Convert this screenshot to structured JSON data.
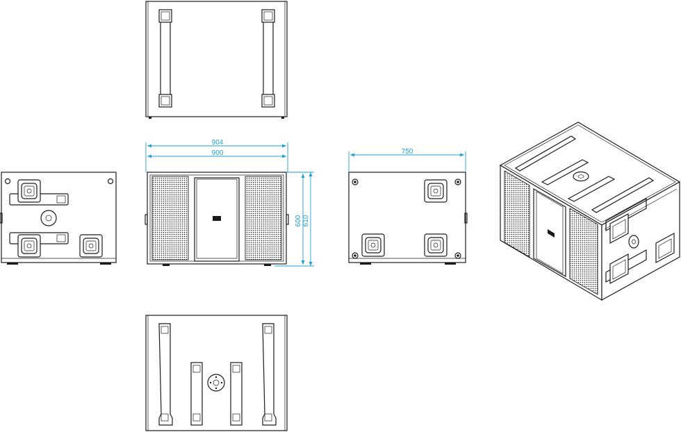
{
  "dimensions": {
    "outer_width": "904",
    "inner_width": "900",
    "depth": "750",
    "height_inner": "600",
    "height_outer": "610"
  },
  "colors": {
    "dimension_lines": "#1ea0d2",
    "linework": "#1a1a1a"
  }
}
